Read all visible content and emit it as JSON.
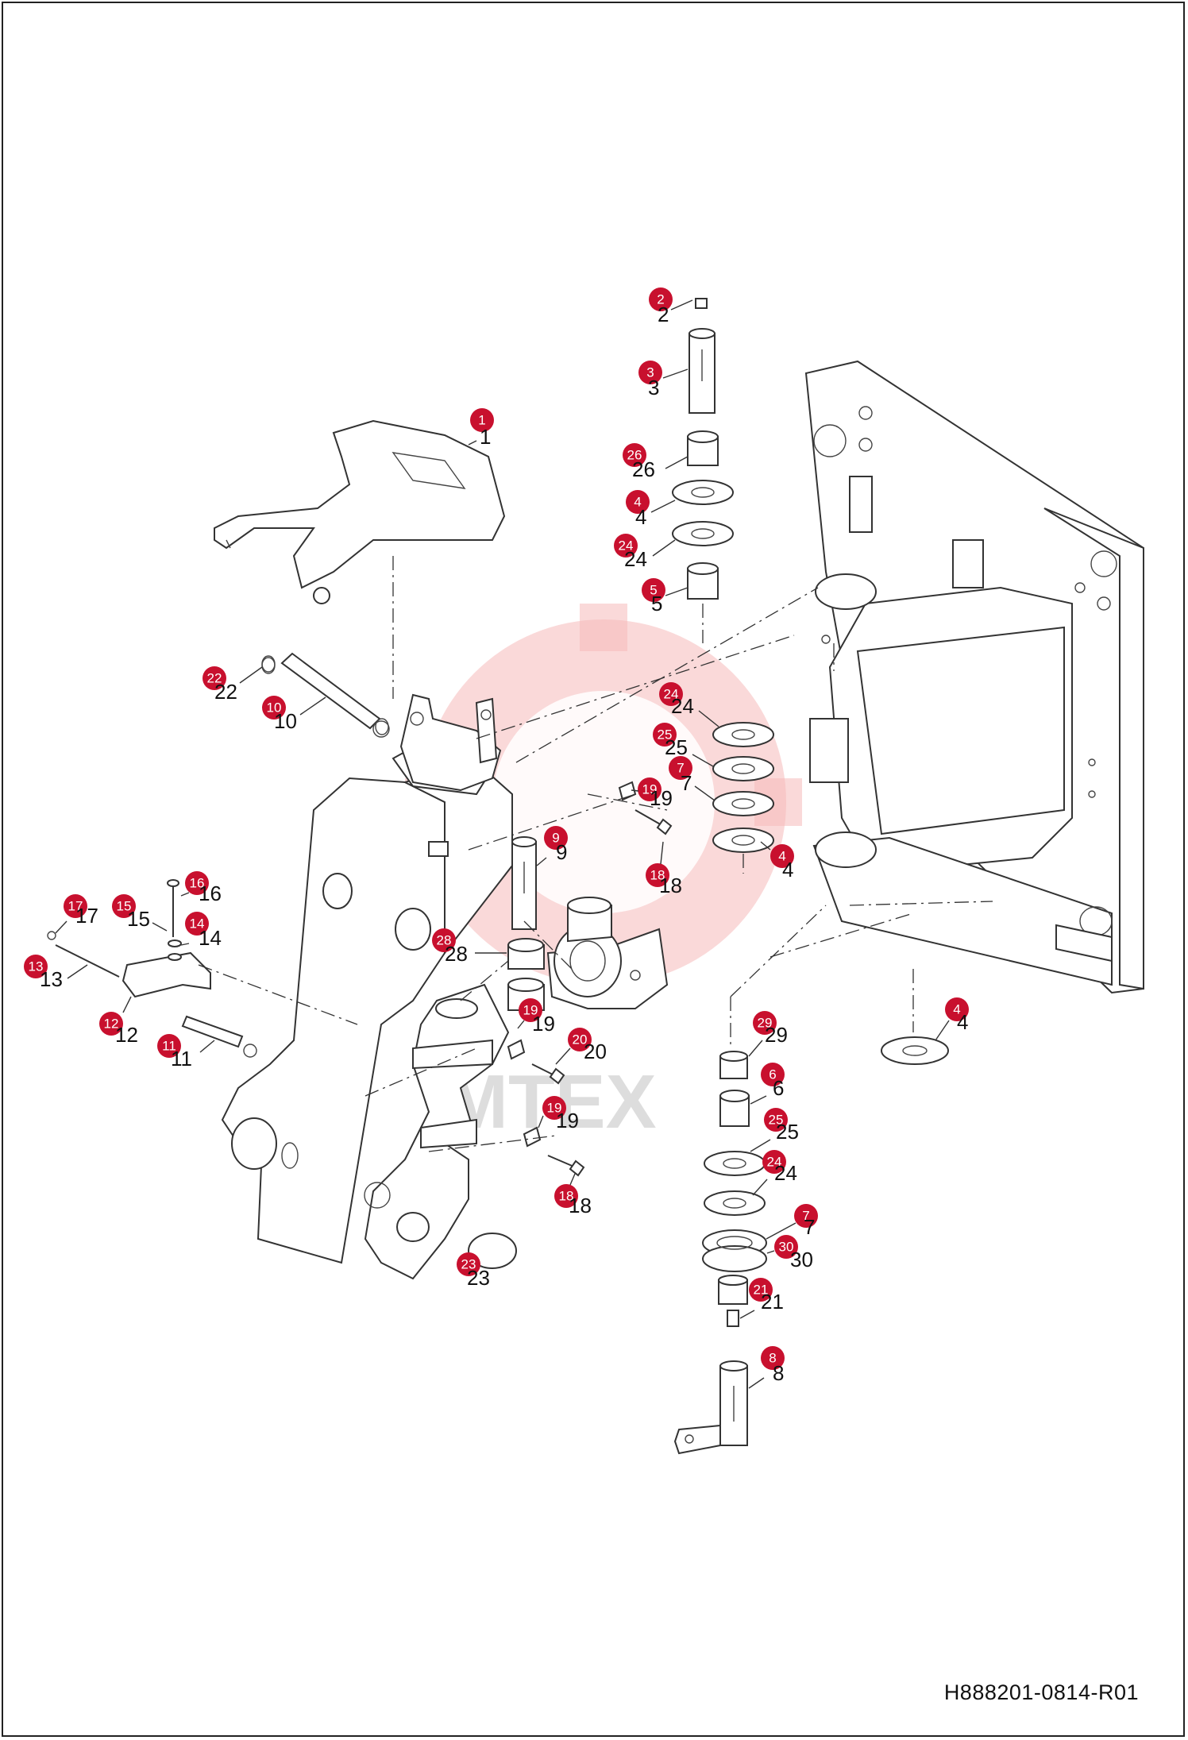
{
  "drawing_code": "H888201-0814-R01",
  "watermark": "MTEX",
  "callouts": [
    {
      "id": "c2",
      "num": "2"
    },
    {
      "id": "c3",
      "num": "3"
    },
    {
      "id": "c1",
      "num": "1"
    },
    {
      "id": "c26",
      "num": "26"
    },
    {
      "id": "c4a",
      "num": "4"
    },
    {
      "id": "c24a",
      "num": "24"
    },
    {
      "id": "c5",
      "num": "5"
    },
    {
      "id": "c22",
      "num": "22"
    },
    {
      "id": "c10",
      "num": "10"
    },
    {
      "id": "c24b",
      "num": "24"
    },
    {
      "id": "c25a",
      "num": "25"
    },
    {
      "id": "c7a",
      "num": "7"
    },
    {
      "id": "c19a",
      "num": "19"
    },
    {
      "id": "c9",
      "num": "9"
    },
    {
      "id": "c4b",
      "num": "4"
    },
    {
      "id": "c18a",
      "num": "18"
    },
    {
      "id": "c16",
      "num": "16"
    },
    {
      "id": "c17",
      "num": "17"
    },
    {
      "id": "c15",
      "num": "15"
    },
    {
      "id": "c14",
      "num": "14"
    },
    {
      "id": "c28",
      "num": "28"
    },
    {
      "id": "c13",
      "num": "13"
    },
    {
      "id": "c19b",
      "num": "19"
    },
    {
      "id": "c4c",
      "num": "4"
    },
    {
      "id": "c12",
      "num": "12"
    },
    {
      "id": "c11",
      "num": "11"
    },
    {
      "id": "c20",
      "num": "20"
    },
    {
      "id": "c29",
      "num": "29"
    },
    {
      "id": "c6",
      "num": "6"
    },
    {
      "id": "c19c",
      "num": "19"
    },
    {
      "id": "c25b",
      "num": "25"
    },
    {
      "id": "c24c",
      "num": "24"
    },
    {
      "id": "c18b",
      "num": "18"
    },
    {
      "id": "c7b",
      "num": "7"
    },
    {
      "id": "c30",
      "num": "30"
    },
    {
      "id": "c23",
      "num": "23"
    },
    {
      "id": "c21",
      "num": "21"
    },
    {
      "id": "c8",
      "num": "8"
    }
  ]
}
